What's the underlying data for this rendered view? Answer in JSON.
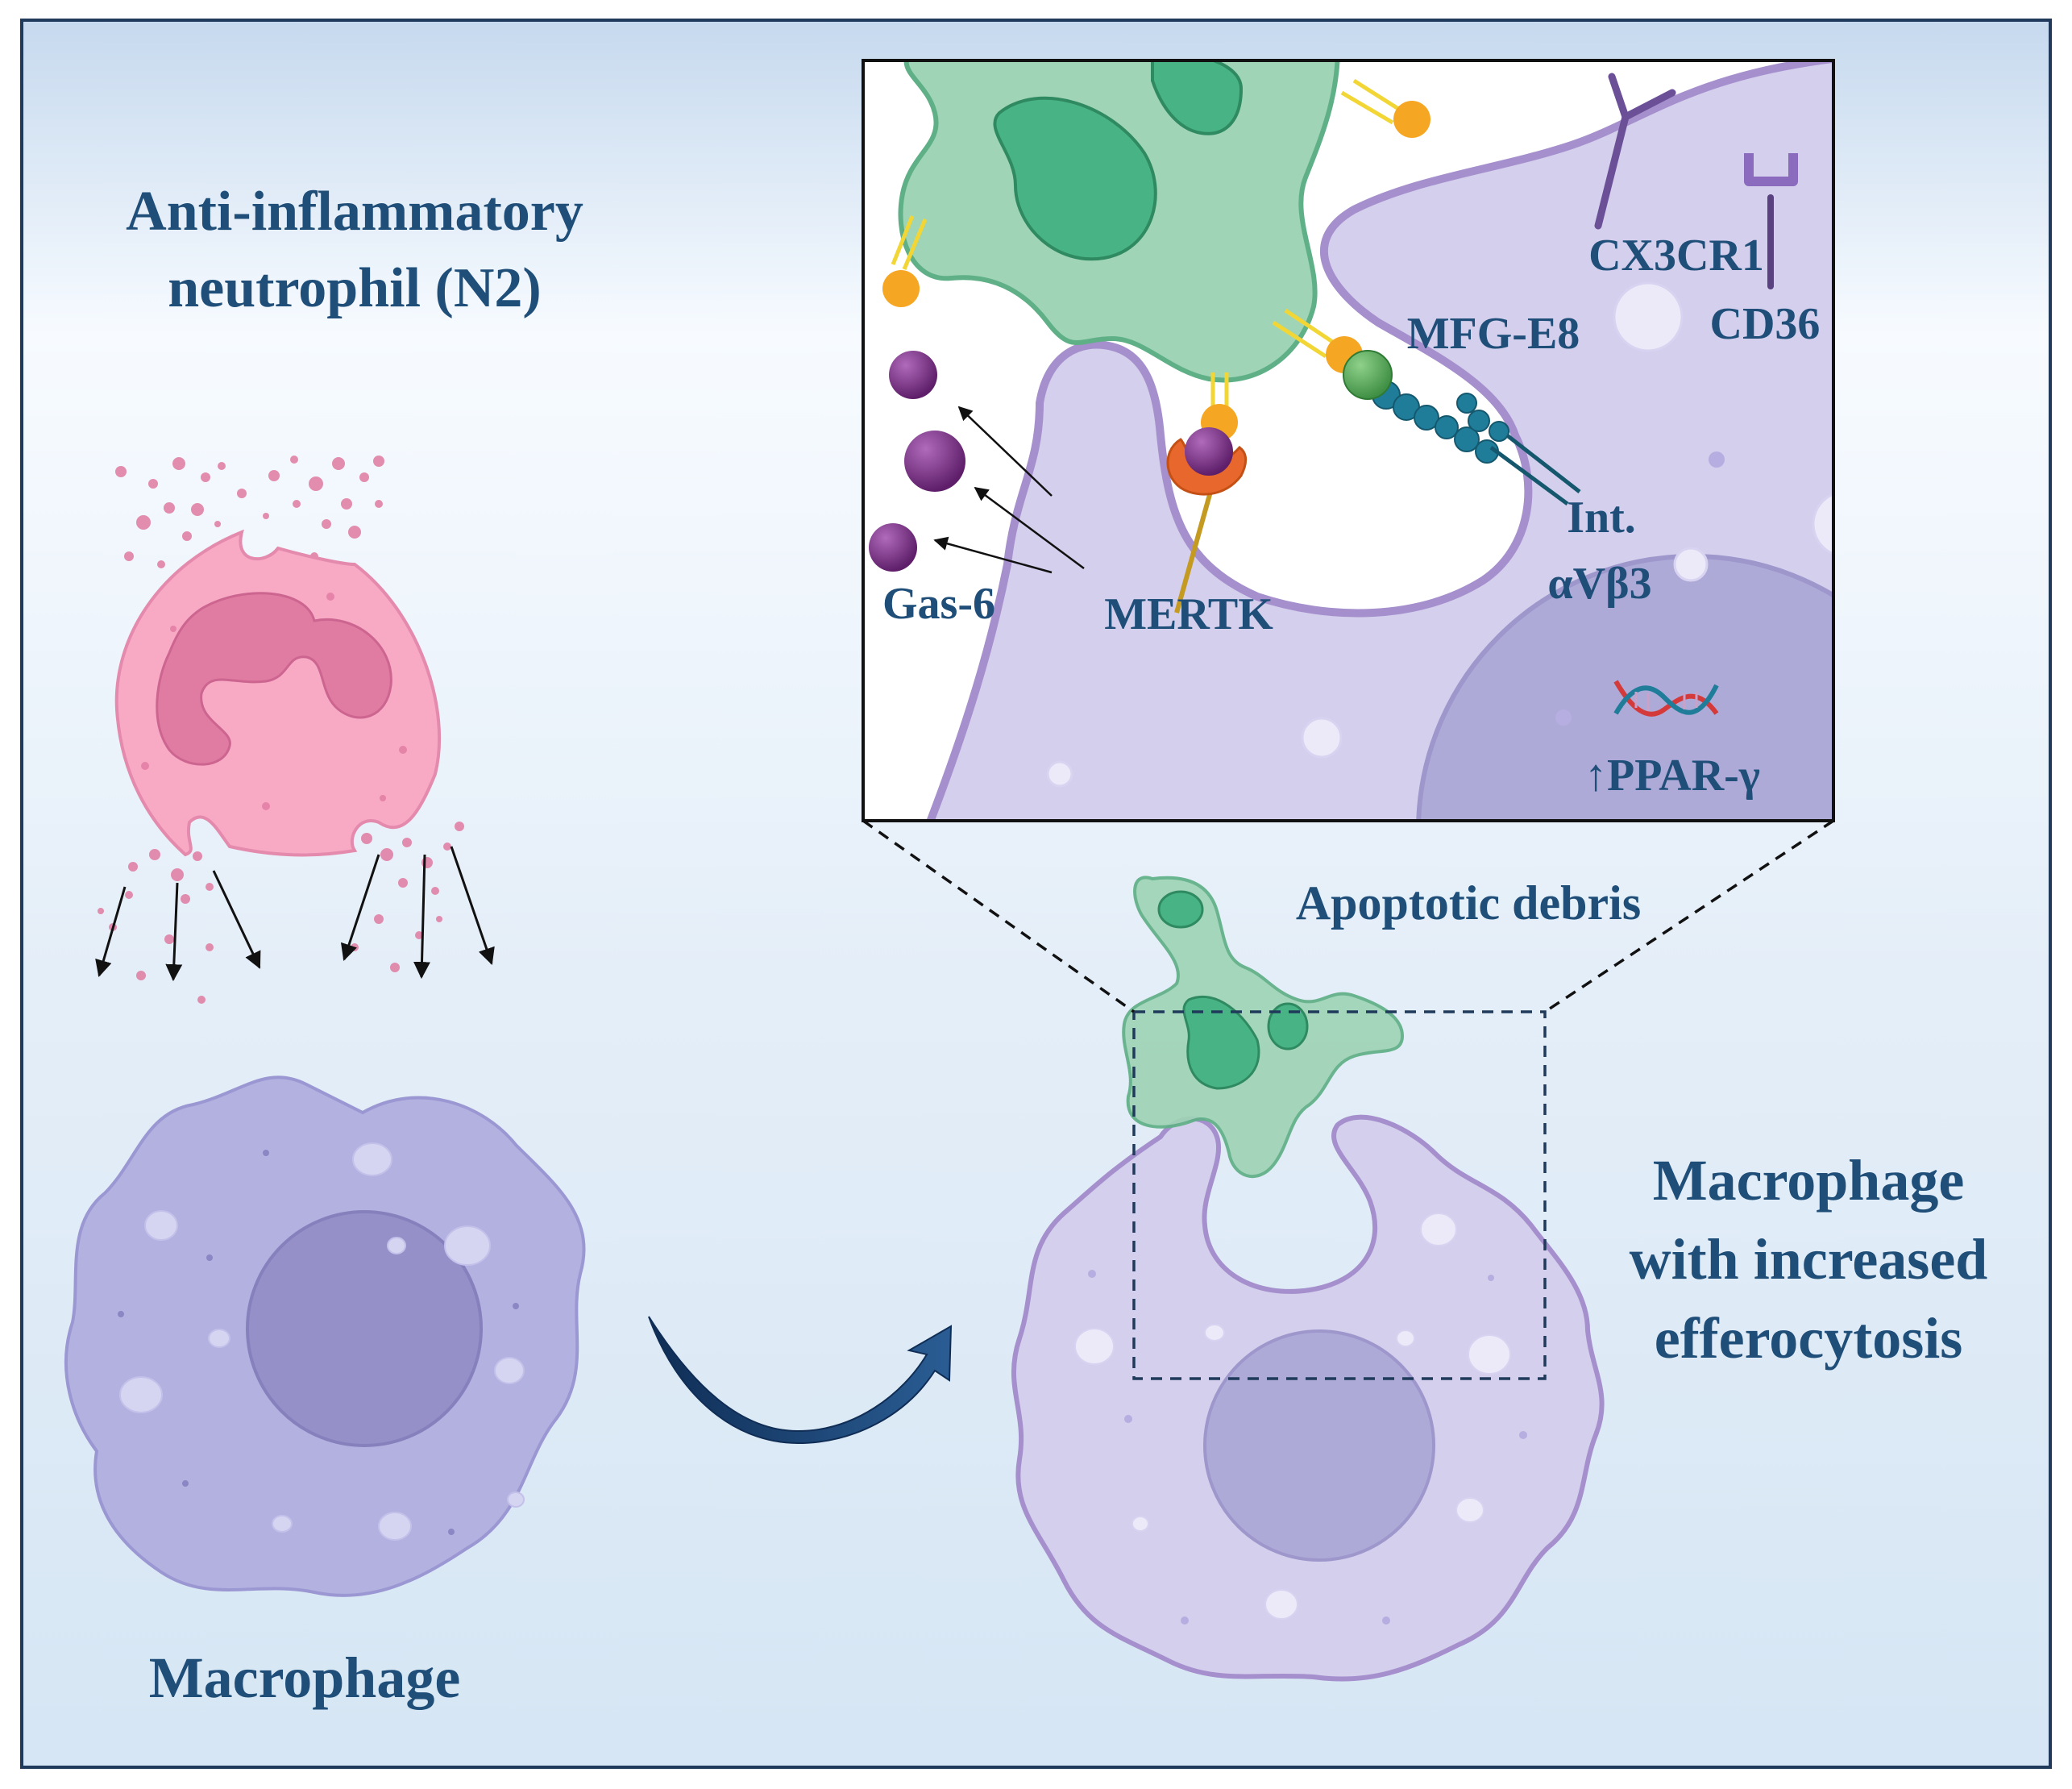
{
  "labels": {
    "neutrophil_line1": "Anti-inflammatory",
    "neutrophil_line2": "neutrophil (N2)",
    "macrophage": "Macrophage",
    "efferocytic_line1": "Macrophage",
    "efferocytic_line2": "with increased",
    "efferocytic_line3": "efferocytosis",
    "apoptotic_debris": "Apoptotic debris",
    "cx3cr1": "CX3CR1",
    "cd36": "CD36",
    "mfge8": "MFG-E8",
    "int_line1": "Int.",
    "int_line2": "αVβ3",
    "gas6": "Gas-6",
    "mertk": "MERTK",
    "ppar": "↑PPAR-γ"
  },
  "colors": {
    "label_text": "#1f4e79",
    "background_top": "#c9dcef",
    "background_bottom": "#dde9f5",
    "frame": "#1f3a5a",
    "neutrophil_body": "#f8a9c4",
    "neutrophil_nucleus": "#e07ba1",
    "macrophage_body": "#b3b1e0",
    "macrophage_nucleus": "#9690c8",
    "efferocytic_body": "#d3cfec",
    "efferocytic_outline": "#a58fcc",
    "apoptotic_cell": "#9fd4b6",
    "apoptotic_nucleus": "#48b486",
    "gas6_sphere": "#7b2f86",
    "mfge8_head": "#f5a623",
    "integrin": "#1f7d9a",
    "arrow_blue": "#1f4e79"
  }
}
